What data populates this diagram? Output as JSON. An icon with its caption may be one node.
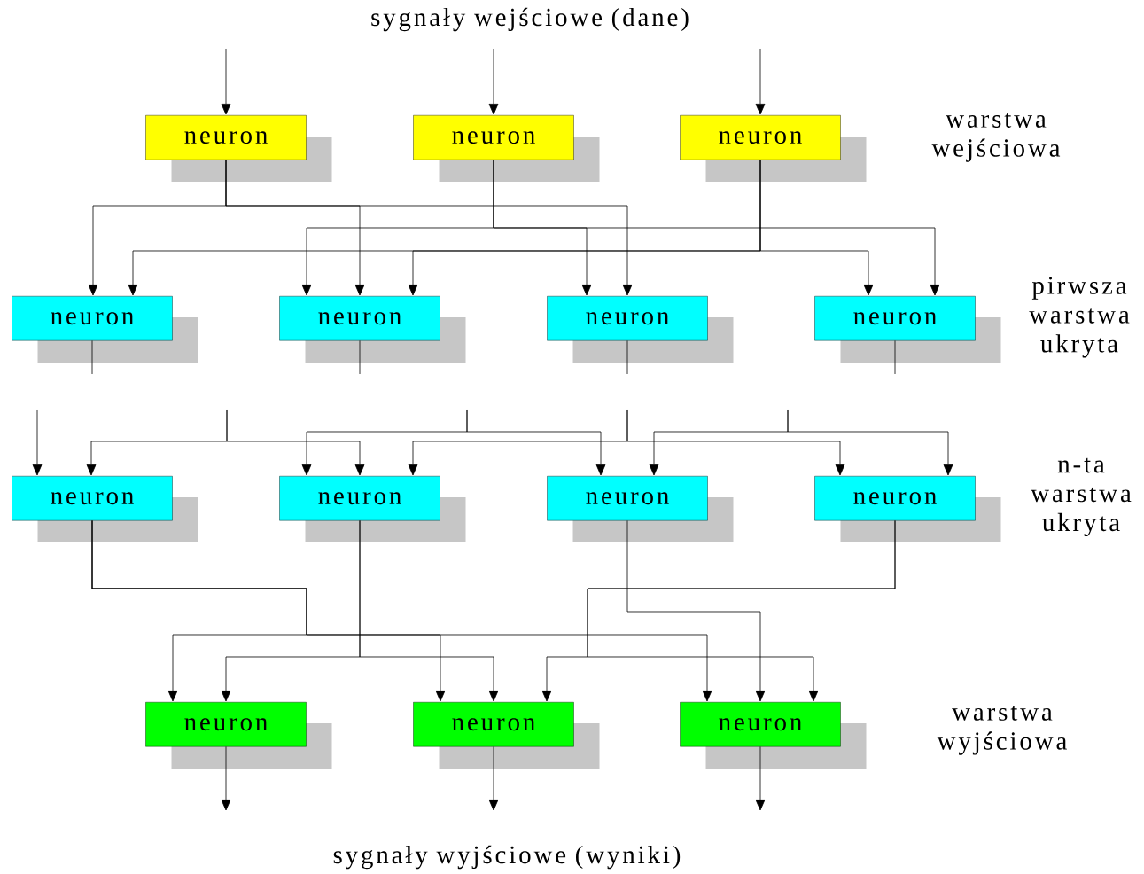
{
  "diagram": {
    "nodes": [
      {
        "text": [
          "neuron"
        ]
      },
      {
        "text": [
          "neuron"
        ]
      },
      {
        "text": [
          "neuron"
        ]
      },
      {
        "text": [
          "neuron"
        ]
      },
      {
        "text": [
          "neuron"
        ]
      },
      {
        "text": [
          "neuron"
        ]
      },
      {
        "text": [
          "neuron"
        ]
      },
      {
        "text": [
          "neuron"
        ]
      },
      {
        "text": [
          "neuron"
        ]
      },
      {
        "text": [
          "neuron"
        ]
      },
      {
        "text": [
          "neuron"
        ]
      },
      {
        "text": [
          "neuron"
        ]
      },
      {
        "text": [
          "neuron"
        ]
      },
      {
        "text": [
          "neuron"
        ]
      }
    ],
    "edges": [
      {
        "from": null,
        "to": 0,
        "arrow": "to"
      },
      {
        "from": null,
        "to": 1,
        "arrow": "to"
      },
      {
        "from": null,
        "to": 2,
        "arrow": "to"
      },
      {
        "from": 0,
        "to": 3,
        "arrow": "to"
      },
      {
        "from": 0,
        "to": 4,
        "arrow": "to"
      },
      {
        "from": 0,
        "to": 5,
        "arrow": "to"
      },
      {
        "from": 1,
        "to": 4,
        "arrow": "to"
      },
      {
        "from": 1,
        "to": 5,
        "arrow": "to"
      },
      {
        "from": 1,
        "to": 6,
        "arrow": "to"
      },
      {
        "from": 2,
        "to": 3,
        "arrow": "to"
      },
      {
        "from": 2,
        "to": 4,
        "arrow": "to"
      },
      {
        "from": 2,
        "to": 6,
        "arrow": "to"
      },
      {
        "from": 3,
        "to": null,
        "arrow": "none"
      },
      {
        "from": 4,
        "to": null,
        "arrow": "none"
      },
      {
        "from": 5,
        "to": null,
        "arrow": "none"
      },
      {
        "from": 6,
        "to": null,
        "arrow": "none"
      },
      {
        "from": null,
        "to": 7,
        "arrow": "to"
      },
      {
        "from": null,
        "to": 7,
        "arrow": "to"
      },
      {
        "from": null,
        "to": 8,
        "arrow": "to"
      },
      {
        "from": null,
        "to": 8,
        "arrow": "to"
      },
      {
        "from": null,
        "to": 9,
        "arrow": "to"
      },
      {
        "from": null,
        "to": 8,
        "arrow": "to"
      },
      {
        "from": null,
        "to": 10,
        "arrow": "to"
      },
      {
        "from": null,
        "to": 9,
        "arrow": "to"
      },
      {
        "from": null,
        "to": 10,
        "arrow": "to"
      },
      {
        "from": 7,
        "to": 11,
        "arrow": "to"
      },
      {
        "from": 7,
        "to": 12,
        "arrow": "to"
      },
      {
        "from": 7,
        "to": 13,
        "arrow": "to"
      },
      {
        "from": 8,
        "to": 11,
        "arrow": "to"
      },
      {
        "from": 8,
        "to": 12,
        "arrow": "to"
      },
      {
        "from": 9,
        "to": 13,
        "arrow": "to"
      },
      {
        "from": 10,
        "to": 12,
        "arrow": "to"
      },
      {
        "from": 10,
        "to": 13,
        "arrow": "to"
      },
      {
        "from": 11,
        "to": null,
        "arrow": "to"
      },
      {
        "from": 12,
        "to": null,
        "arrow": "to"
      },
      {
        "from": 13,
        "to": null,
        "arrow": "to"
      }
    ],
    "labels": [
      "sygnały wejściowe (dane)",
      "warstwa wejściowa",
      "pirwsza warstwa ukryta",
      "n-ta warstwa ukryta",
      "warstwa wyjściowa",
      "sygnały wyjściowe (wyniki)"
    ]
  }
}
